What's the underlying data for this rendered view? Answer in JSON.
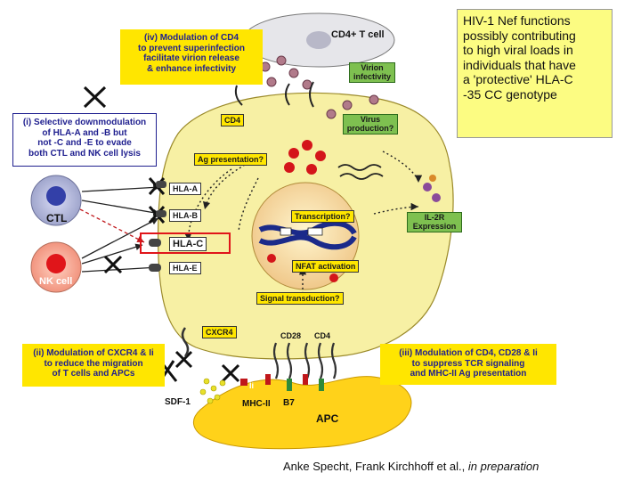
{
  "note": {
    "lines": [
      "HIV-1 Nef functions",
      "possibly contributing",
      "to high viral loads in",
      "individuals that have",
      "a 'protective' HLA-C",
      "-35 CC genotype"
    ]
  },
  "boxes": {
    "iv": [
      "(iv) Modulation of CD4",
      "to prevent superinfection",
      "facilitate virion release",
      "& enhance infectivity"
    ],
    "i": [
      "(i) Selective downmodulation",
      "of HLA-A and -B but",
      "not -C and -E to evade",
      "both CTL and NK cell lysis"
    ],
    "ii": [
      "(ii) Modulation of CXCR4 & Ii",
      "to reduce the migration",
      "of T cells and APCs"
    ],
    "iii": [
      "(iii) Modulation of CD4, CD28 & Ii",
      "to suppress TCR signaling",
      "and MHC-II Ag presentation"
    ]
  },
  "labels": {
    "cd4_tcell": "CD4+ T cell",
    "ctl": "CTL",
    "nk": "NK cell",
    "apc": "APC",
    "sdf1": "SDF-1",
    "mhc2": "MHC-II",
    "b7": "B7",
    "ii": "Ii",
    "cd28": "CD28",
    "cd4_bottom": "CD4"
  },
  "cell_tags": {
    "cd4": "CD4",
    "ag_presentation": "Ag presentation?",
    "hla_a": "HLA-A",
    "hla_b": "HLA-B",
    "hla_c": "HLA-C",
    "hla_e": "HLA-E",
    "transcription": "Transcription?",
    "nfat": "NFAT activation",
    "signal": "Signal transduction?",
    "cxcr4": "CXCR4"
  },
  "green_tags": {
    "virion": [
      "Virion",
      "infectivity"
    ],
    "virus_prod": [
      "Virus",
      "production?"
    ],
    "il2r": [
      "IL-2R",
      "Expression"
    ]
  },
  "credit": {
    "authors": "Anke Specht, Frank Kirchhoff et al., ",
    "status": "in preparation"
  },
  "colors": {
    "cell": "#f7f0a4",
    "note_box": "#fcfc82",
    "yellow_box": "#ffe600",
    "green_tag": "#7ec050",
    "arrow_red": "#c0171b",
    "highlight_red": "#e0151a"
  }
}
